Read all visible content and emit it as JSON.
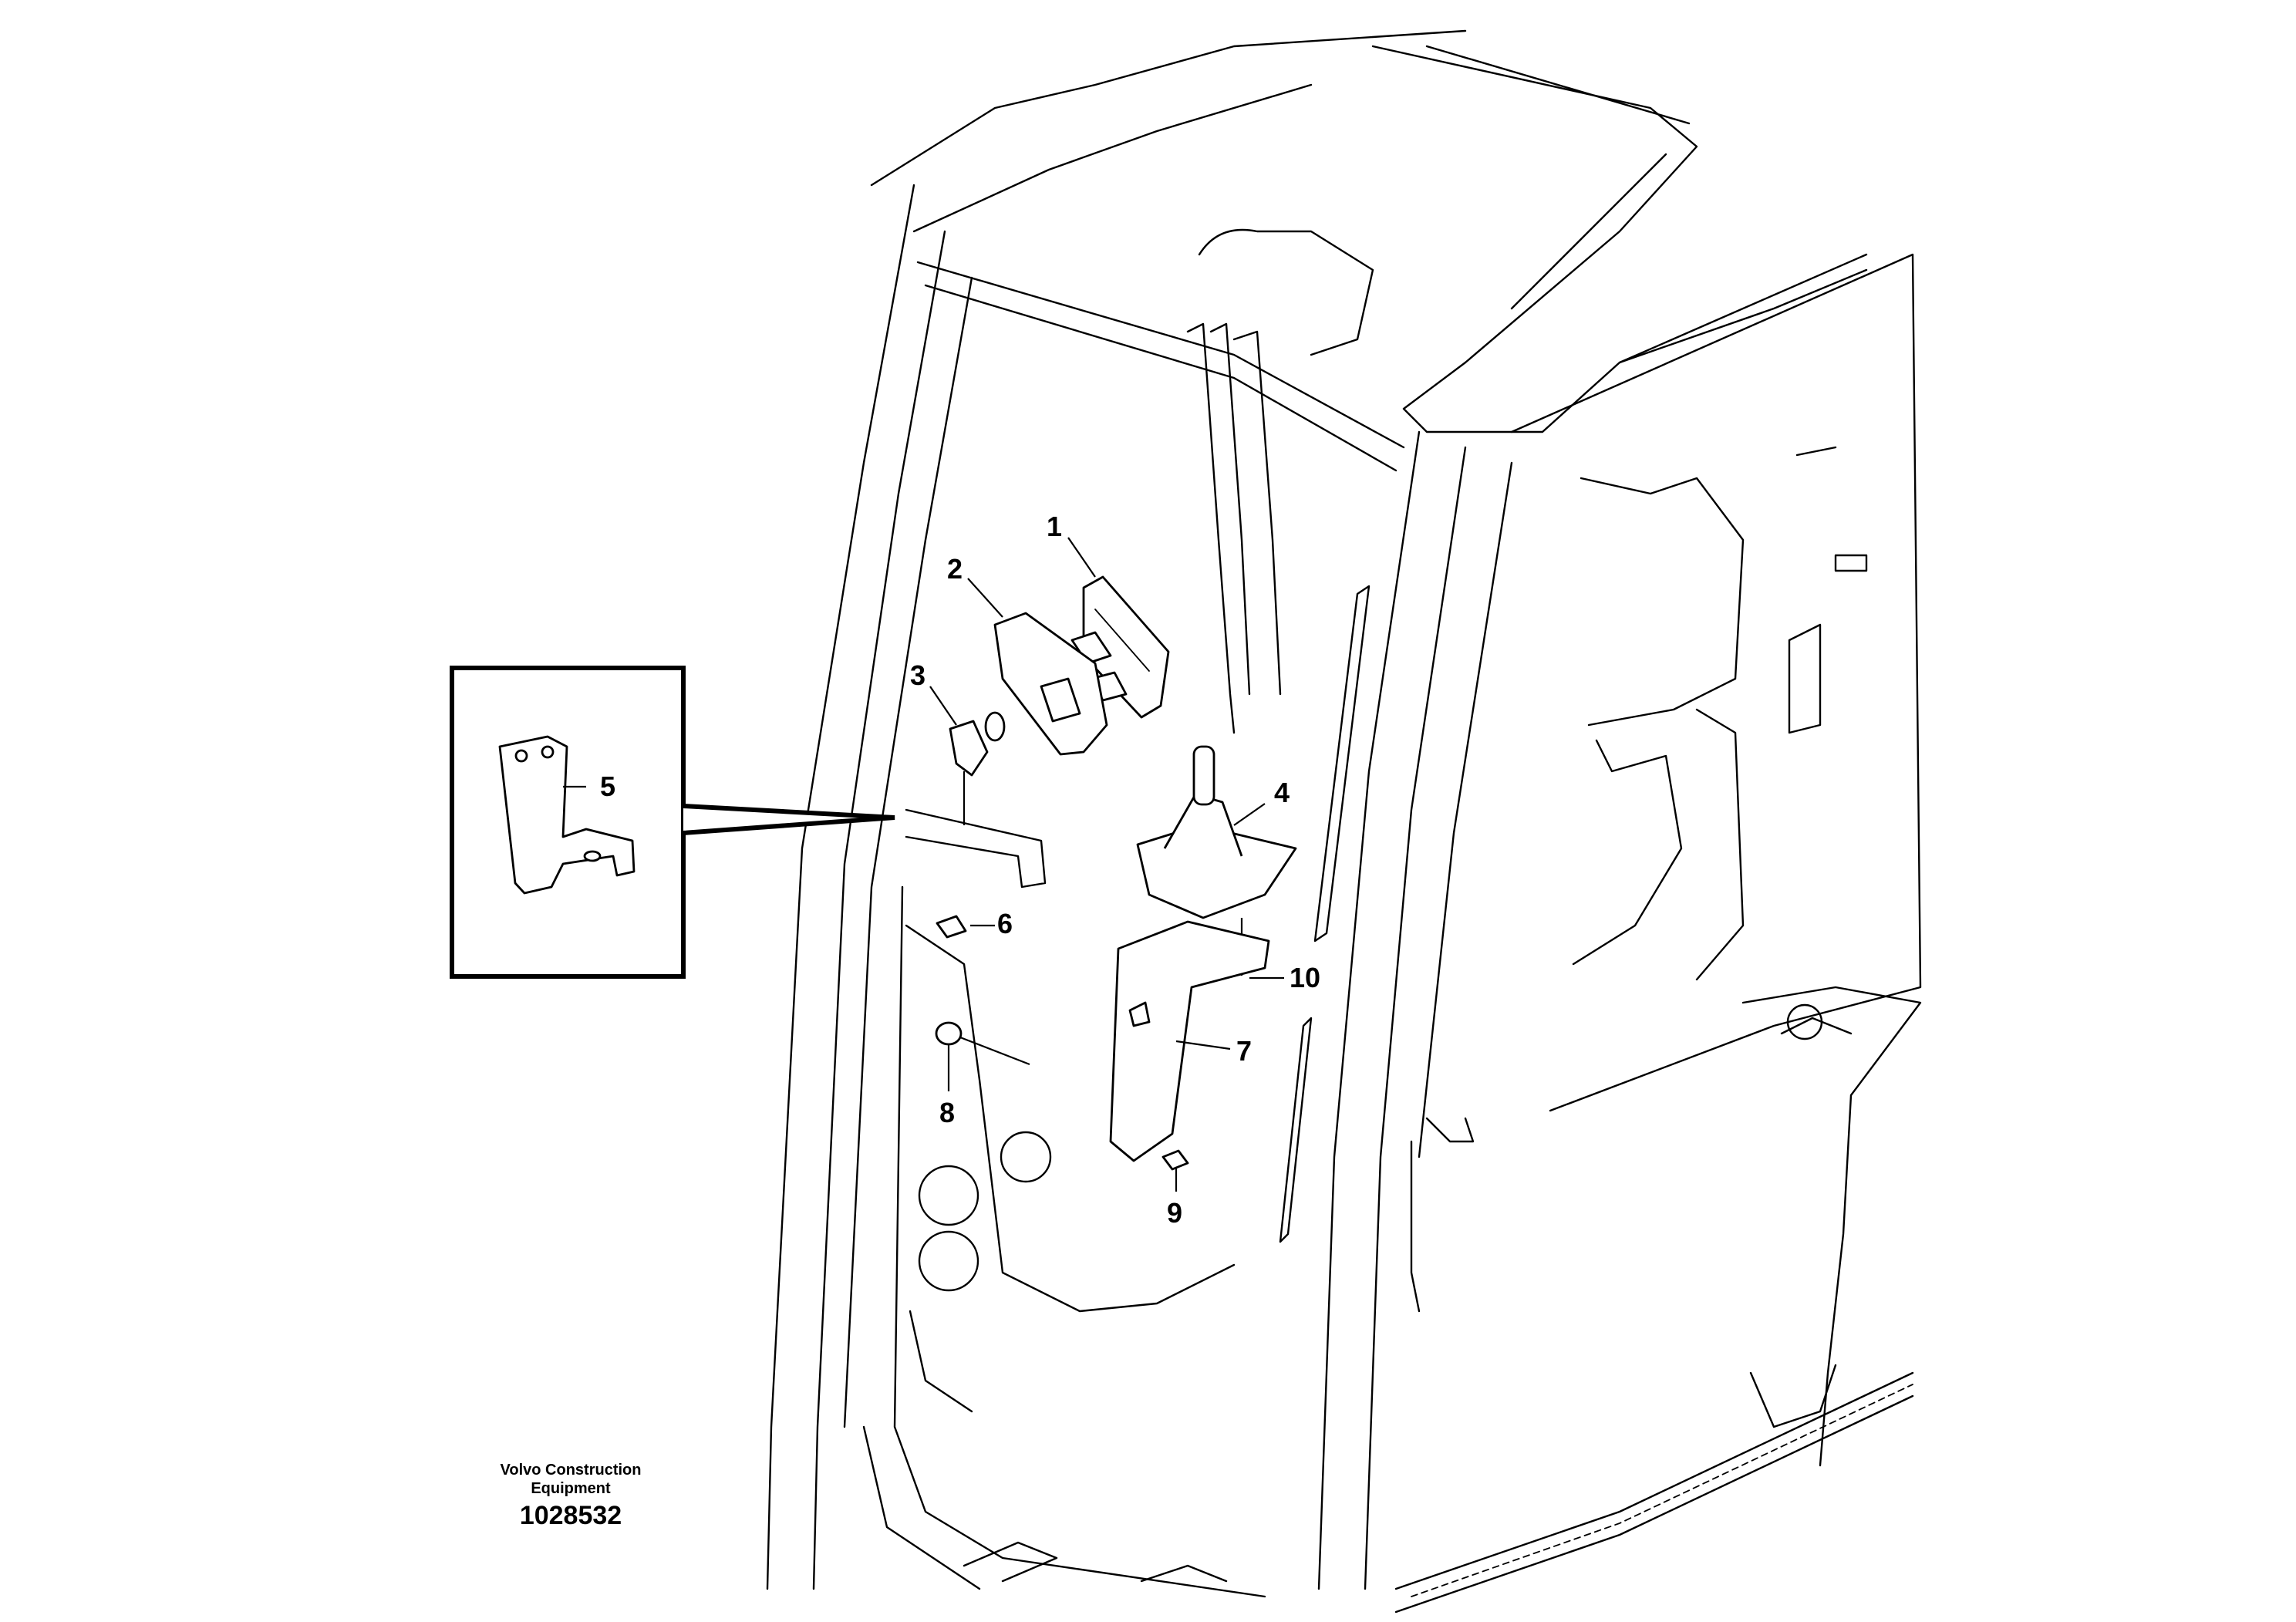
{
  "footer": {
    "company_line1": "Volvo Construction",
    "company_line2": "Equipment",
    "document_number": "1028532"
  },
  "callouts": [
    "1",
    "2",
    "3",
    "4",
    "5",
    "6",
    "7",
    "8",
    "9",
    "10"
  ],
  "colors": {
    "line": "#000000",
    "background": "#ffffff"
  }
}
